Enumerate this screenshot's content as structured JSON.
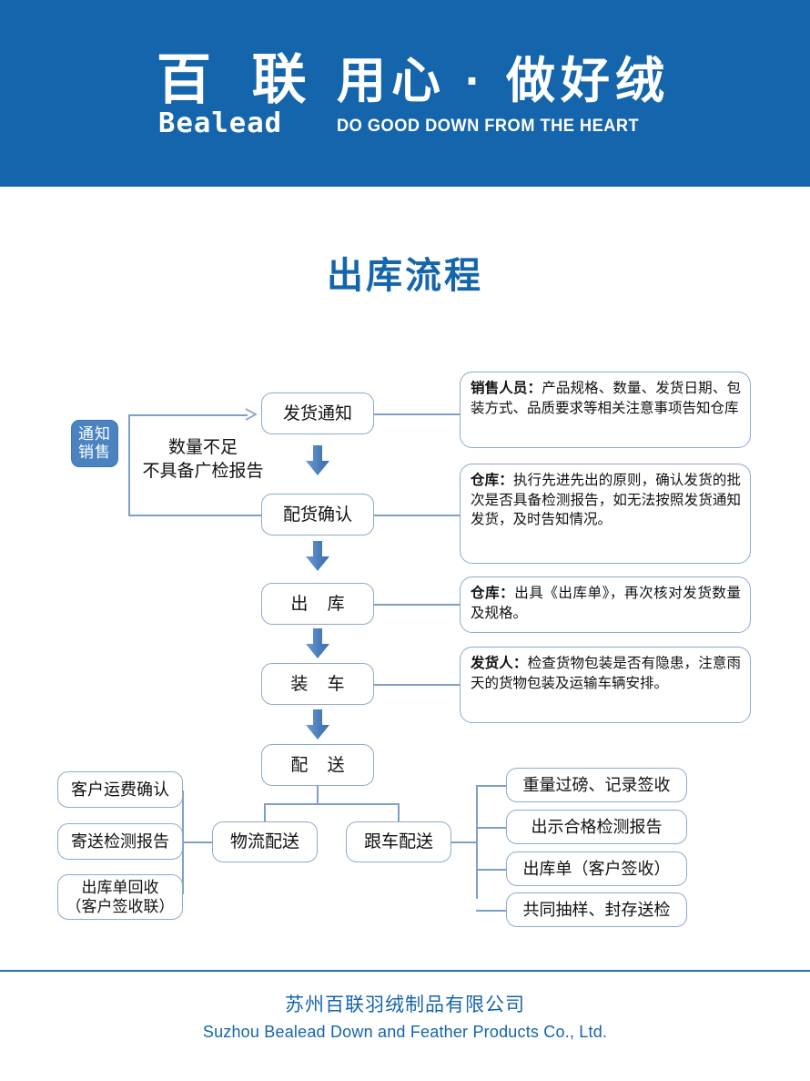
{
  "header": {
    "logo_cn": "百 联",
    "logo_en": "Bealead",
    "slogan_cn": "用心 · 做好绒",
    "slogan_en": "DO GOOD DOWN FROM THE HEART",
    "background_color": "#1565ac"
  },
  "title": "出库流程",
  "colors": {
    "brand_blue": "#1565ac",
    "box_border": "#8ea9cf",
    "connector": "#7f9fc9",
    "arrow_fill": "#4a7ebb",
    "badge_fill": "#4a83c0"
  },
  "flow": {
    "feedback_badge": "通知\n销售",
    "feedback_label_line1": "数量不足",
    "feedback_label_line2": "不具备广检报告",
    "steps": [
      {
        "label": "发货通知"
      },
      {
        "label": "配货确认"
      },
      {
        "label": "出 库"
      },
      {
        "label": "装 车"
      },
      {
        "label": "配 送"
      }
    ],
    "notes": [
      {
        "role": "销售人员",
        "sep": "：",
        "text": "产品规格、数量、发货日期、包装方式、品质要求等相关注意事项告知仓库"
      },
      {
        "role": "仓库",
        "sep": "：",
        "text": "执行先进先出的原则，确认发货的批次是否具备检测报告，如无法按照发货通知发货，及时告知情况。"
      },
      {
        "role": "仓库",
        "sep": "：",
        "text": "出具《出库单》，再次核对发货数量及规格。"
      },
      {
        "role": "发货人",
        "sep": "：",
        "text": "检查货物包装是否有隐患，注意雨天的货物包装及运输车辆安排。"
      }
    ],
    "branches": [
      {
        "label": "物流配送"
      },
      {
        "label": "跟车配送"
      }
    ],
    "logistics_items": [
      {
        "label": "客户运费确认"
      },
      {
        "label": "寄送检测报告"
      },
      {
        "label": "出库单回收\n（客户签收联）"
      }
    ],
    "escort_items": [
      {
        "label": "重量过磅、记录签收"
      },
      {
        "label": "出示合格检测报告"
      },
      {
        "label": "出库单（客户签收）"
      },
      {
        "label": "共同抽样、封存送检"
      }
    ]
  },
  "footer": {
    "company_cn": "苏州百联羽绒制品有限公司",
    "company_en": "Suzhou Bealead Down and Feather Products Co., Ltd."
  }
}
